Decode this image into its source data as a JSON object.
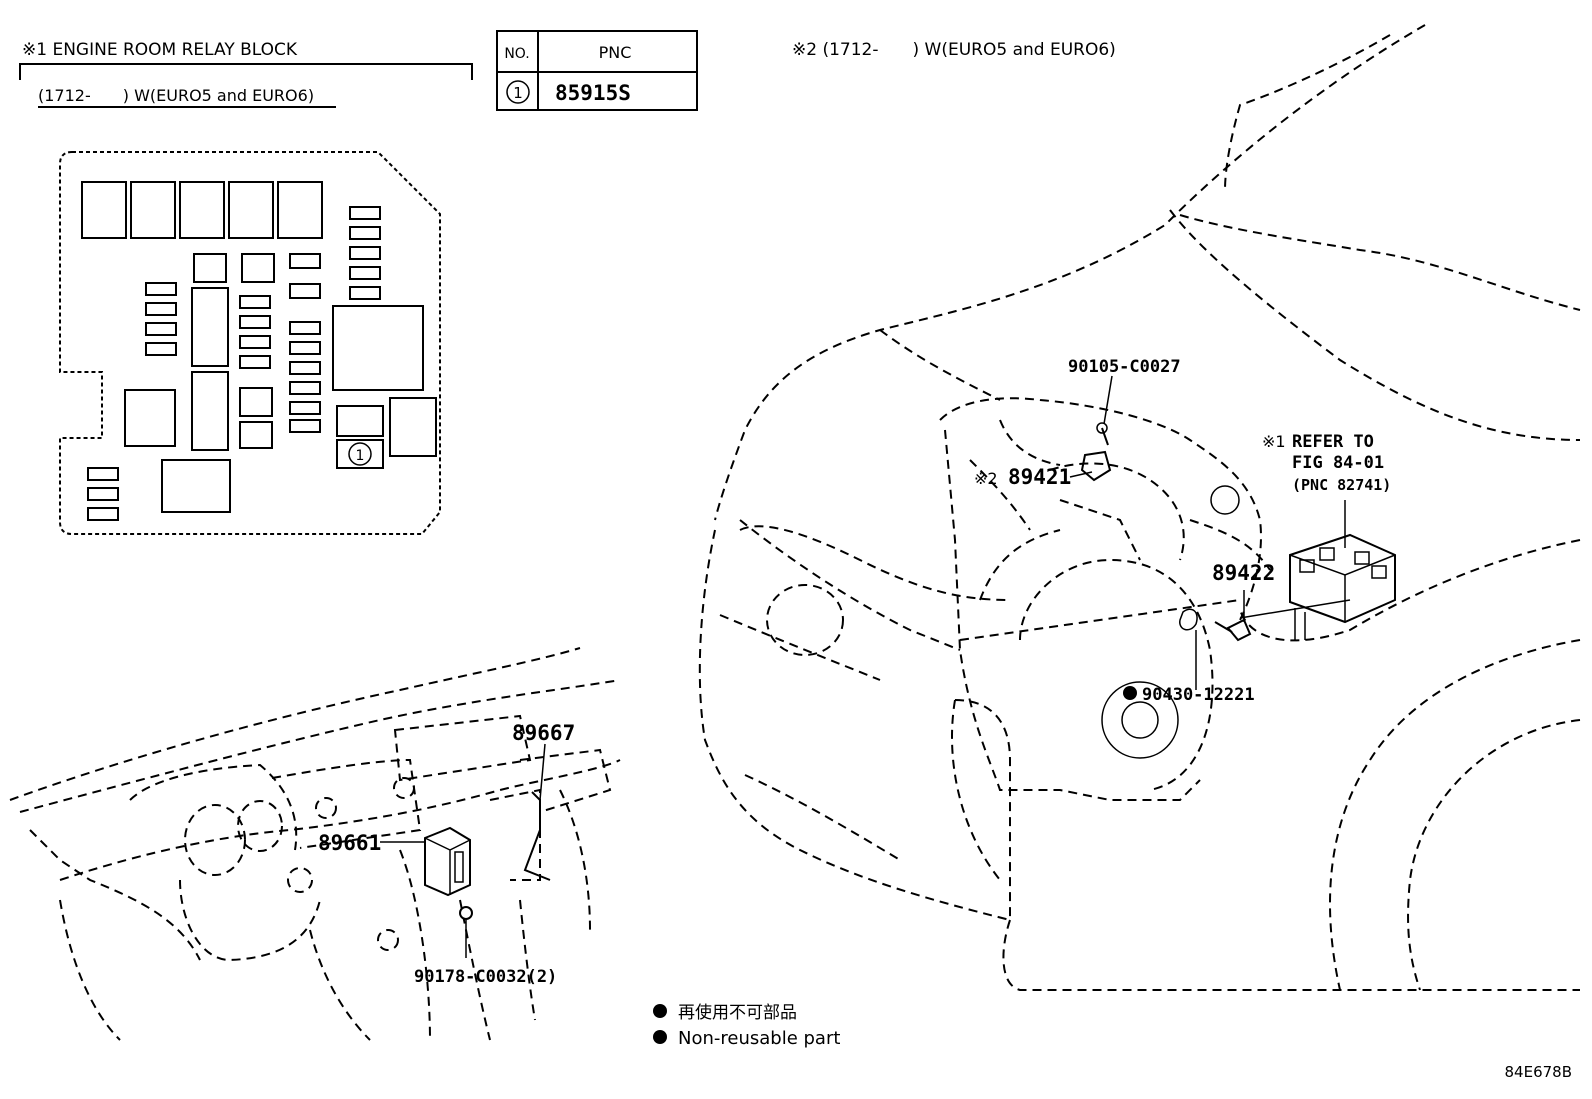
{
  "relay_block": {
    "title": "※1 ENGINE ROOM RELAY BLOCK",
    "subtitle": "(1712-　　) W(EURO5 and EURO6)",
    "marker": "1"
  },
  "pnc_table": {
    "col_no": "NO.",
    "col_pnc": "PNC",
    "rows": [
      {
        "no": "1",
        "pnc": "85915S"
      }
    ]
  },
  "engine_note": "※2 (1712-　　) W(EURO5 and EURO6)",
  "callouts": {
    "c90105": "90105-C0027",
    "c89421_mark": "※2",
    "c89421": "89421",
    "refer_mark": "※1",
    "refer1": "REFER TO",
    "refer2": "FIG 84-01",
    "refer3": "(PNC 82741)",
    "c89422": "89422",
    "c90430": "90430-12221",
    "c89667": "89667",
    "c89661": "89661",
    "c90178": "90178-C0032(2)"
  },
  "legend": {
    "jp": "再使用不可部品",
    "en": "Non-reusable part"
  },
  "figure_id": "84E678B"
}
